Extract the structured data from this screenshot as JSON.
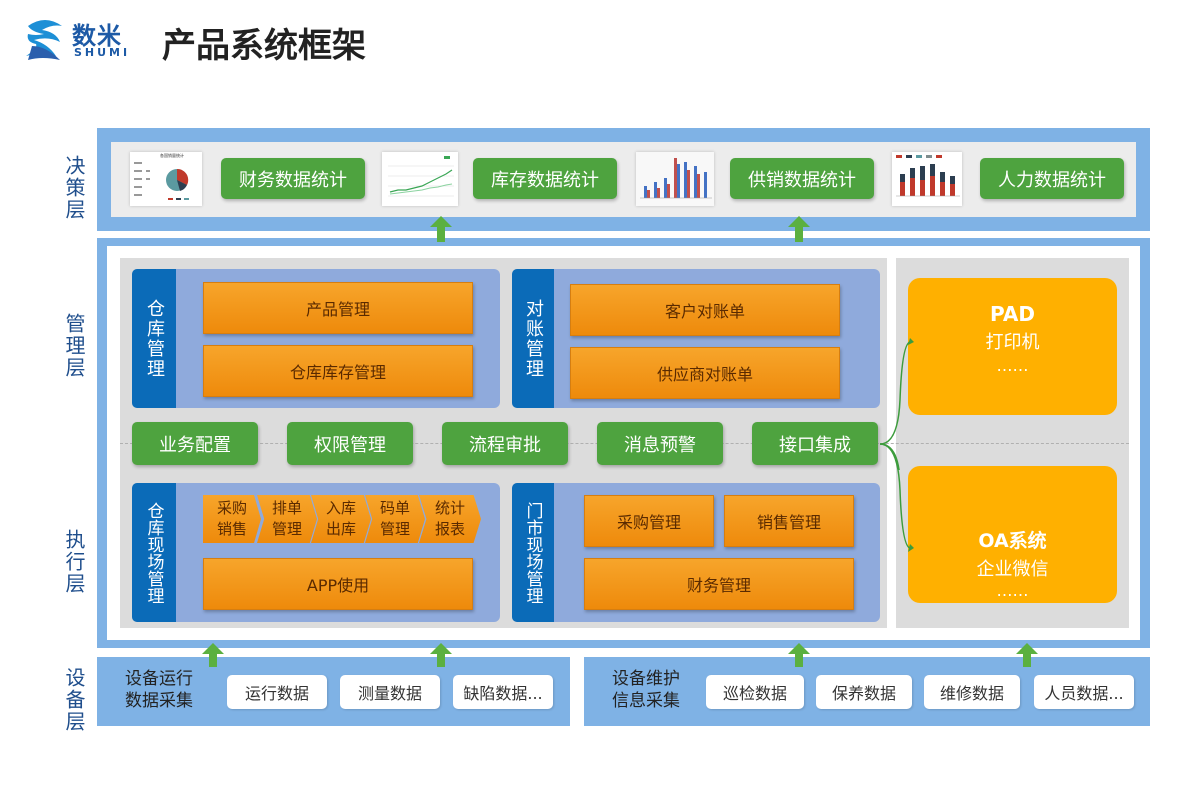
{
  "brand": {
    "logo_cn": "数米",
    "logo_en": "SHUMI",
    "title": "产品系统框架"
  },
  "layers": {
    "decision": "决策层",
    "management": "管理层",
    "execution": "执行层",
    "device": "设备层"
  },
  "decision": {
    "stats": [
      "财务数据统计",
      "库存数据统计",
      "供销数据统计",
      "人力数据统计"
    ],
    "thumb_title": "各国销量统计"
  },
  "management": {
    "warehouse": {
      "tab": "仓库管理",
      "items": [
        "产品管理",
        "仓库库存管理"
      ]
    },
    "reconcile": {
      "tab": "对账管理",
      "items": [
        "客户对账单",
        "供应商对账单"
      ]
    },
    "middle": [
      "业务配置",
      "权限管理",
      "流程审批",
      "消息预警",
      "接口集成"
    ]
  },
  "execution": {
    "warehouse_site": {
      "tab": "仓库现场管理",
      "steps": [
        {
          "l1": "采购",
          "l2": "销售"
        },
        {
          "l1": "排单",
          "l2": "管理"
        },
        {
          "l1": "入库",
          "l2": "出库"
        },
        {
          "l1": "码单",
          "l2": "管理"
        },
        {
          "l1": "统计",
          "l2": "报表"
        }
      ],
      "app": "APP使用"
    },
    "store_site": {
      "tab": "门市现场管理",
      "items": [
        "采购管理",
        "销售管理",
        "财务管理"
      ]
    }
  },
  "side": {
    "pad": {
      "title": "PAD",
      "line2": "打印机",
      "line3": "……"
    },
    "oa": {
      "title": "OA系统",
      "line2": "企业微信",
      "line3": "……"
    }
  },
  "device": {
    "run": {
      "label_l1": "设备运行",
      "label_l2": "数据采集",
      "items": [
        "运行数据",
        "测量数据",
        "缺陷数据..."
      ]
    },
    "maint": {
      "label_l1": "设备维护",
      "label_l2": "信息采集",
      "items": [
        "巡检数据",
        "保养数据",
        "维修数据",
        "人员数据..."
      ]
    }
  },
  "colors": {
    "frame": "#7fb2e5",
    "green": "#4ea33f",
    "orange": "#f39c1a",
    "blue_tab": "#0b6bb8",
    "panel": "#8faadc",
    "yellow": "#ffb000",
    "arrow": "#5bb040"
  }
}
